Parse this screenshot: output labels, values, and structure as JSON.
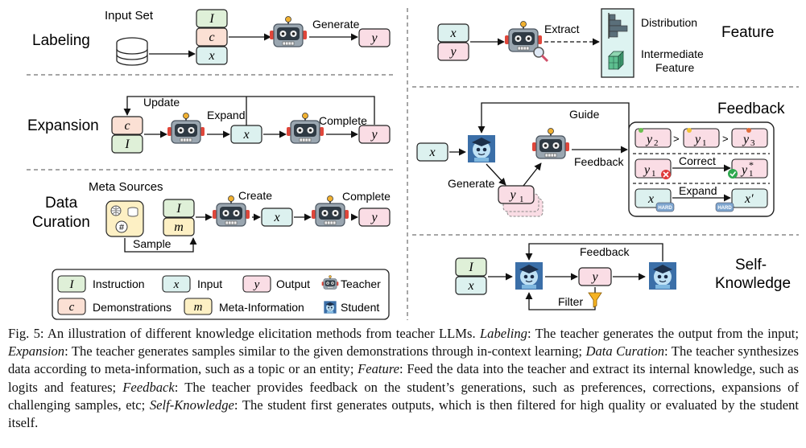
{
  "colors": {
    "instruction": "#dff0d8",
    "input": "#dcf1ef",
    "output": "#fadde5",
    "demonstration": "#fbe0d4",
    "meta": "#fdf0c4",
    "border": "#222222",
    "dash": "#888888"
  },
  "labeling": {
    "title": "Labeling",
    "input_set": "Input Set",
    "generate": "Generate",
    "box_I": "I",
    "box_c": "c",
    "box_x": "x",
    "box_y": "y"
  },
  "expansion": {
    "title": "Expansion",
    "update": "Update",
    "expand": "Expand",
    "complete": "Complete",
    "box_c": "c",
    "box_I": "I",
    "box_x": "x",
    "box_y": "y"
  },
  "curation": {
    "title1": "Data",
    "title2": "Curation",
    "meta_sources": "Meta Sources",
    "sample": "Sample",
    "create": "Create",
    "complete": "Complete",
    "box_I": "I",
    "box_m": "m",
    "box_x": "x",
    "box_y": "y",
    "hash": "#"
  },
  "legend": {
    "instruction_sym": "I",
    "instruction": "Instruction",
    "input_sym": "x",
    "input": "Input",
    "output_sym": "y",
    "output": "Output",
    "teacher": "Teacher",
    "demo_sym": "c",
    "demonstrations": "Demonstrations",
    "meta_sym": "m",
    "meta": "Meta-Information",
    "student": "Student"
  },
  "feature": {
    "title": "Feature",
    "extract": "Extract",
    "distribution": "Distribution",
    "intermediate1": "Intermediate",
    "intermediate2": "Feature",
    "box_x": "x",
    "box_y": "y"
  },
  "feedback": {
    "title": "Feedback",
    "guide": "Guide",
    "generate": "Generate",
    "feedback": "Feedback",
    "correct": "Correct",
    "expand": "Expand",
    "box_x": "x",
    "gen_y": "y",
    "gen_sub": "1",
    "rank1": "y",
    "rank1_sub": "2",
    "rank2": "y",
    "rank2_sub": "1",
    "rank3": "y",
    "rank3_sub": "3",
    "gt1": ">",
    "gt2": ">",
    "wrong": "y",
    "wrong_sub": "1",
    "right": "y",
    "right_sub": "1",
    "right_sup": "*",
    "exp_in": "x",
    "exp_out": "x′",
    "hard": "HARD"
  },
  "selfknow": {
    "title1": "Self-",
    "title2": "Knowledge",
    "feedback": "Feedback",
    "filter": "Filter",
    "box_I": "I",
    "box_x": "x",
    "box_y": "y"
  },
  "caption": {
    "fig": "Fig. 5: An illustration of different knowledge elicitation methods from teacher LLMs. ",
    "labeling_t": "Labeling",
    "labeling_d": ": The teacher generates the output from the input; ",
    "expansion_t": "Expansion",
    "expansion_d": ": The teacher generates samples similar to the given demonstrations through in-context learning; ",
    "curation_t": "Data Curation",
    "curation_d": ": The teacher synthesizes data according to meta-information, such as a topic or an entity; ",
    "feature_t": "Feature",
    "feature_d": ": Feed the data into the teacher and extract its internal knowledge, such as logits and features; ",
    "feedback_t": "Feedback",
    "feedback_d": ": The teacher provides feedback on the student’s generations, such as preferences, corrections, expansions of challenging samples, etc; ",
    "self_t": "Self-Knowledge",
    "self_d": ": The student first generates outputs, which is then filtered for high quality or evaluated by the student itself."
  }
}
